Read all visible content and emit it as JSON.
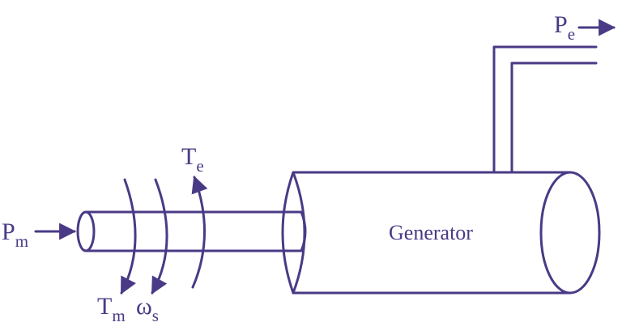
{
  "generator_label": "Generator",
  "labels": {
    "p_m": {
      "main": "P",
      "sub": "m"
    },
    "p_e": {
      "main": "P",
      "sub": "e"
    },
    "t_e": {
      "main": "T",
      "sub": "e"
    },
    "t_m": {
      "main": "T",
      "sub": "m"
    },
    "omega_s": {
      "main": "ω",
      "sub": "s"
    }
  },
  "colors": {
    "stroke": "#4a3a86",
    "background": "#ffffff"
  },
  "icons": [
    "arrow-right-icon",
    "curved-arrow-icon"
  ]
}
